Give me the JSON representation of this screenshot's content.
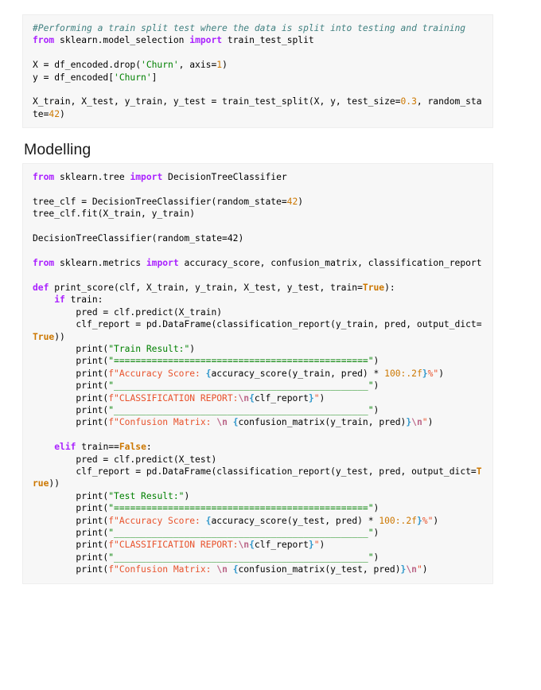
{
  "document": {
    "type": "jupyter-notebook-export",
    "background_color": "#ffffff",
    "cell_background": "#f7f7f7",
    "cell_border": "#eeeeee"
  },
  "headings": {
    "modelling": "Modelling"
  },
  "syntax_colors": {
    "comment": "#408080",
    "keyword": "#aa22ff",
    "keyword_constant": "#cc7700",
    "string": "#008000",
    "fstring": "#e8522c",
    "escape": "#bb6688",
    "interpolation": "#3399cc",
    "number": "#cc7700",
    "operator": "#666666",
    "text": "#000000"
  },
  "cells": [
    {
      "id": "cell-train-test-split",
      "lines": [
        [
          {
            "t": "#Performing a train split test where the data is split into testing and training",
            "c": "tok-c"
          }
        ],
        [
          {
            "t": "from",
            "c": "tok-k"
          },
          {
            "t": " sklearn.model_selection ",
            "c": "tok-n"
          },
          {
            "t": "import",
            "c": "tok-k"
          },
          {
            "t": " train_test_split",
            "c": "tok-n"
          }
        ],
        [],
        [
          {
            "t": "X = df_encoded.drop(",
            "c": "tok-n"
          },
          {
            "t": "'Churn'",
            "c": "tok-s"
          },
          {
            "t": ", axis=",
            "c": "tok-n"
          },
          {
            "t": "1",
            "c": "tok-mi"
          },
          {
            "t": ")",
            "c": "tok-n"
          }
        ],
        [
          {
            "t": "y = df_encoded[",
            "c": "tok-n"
          },
          {
            "t": "'Churn'",
            "c": "tok-s"
          },
          {
            "t": "]",
            "c": "tok-n"
          }
        ],
        [],
        [
          {
            "t": "X_train, X_test, y_train, y_test = train_test_split(X, y, test_size=",
            "c": "tok-n"
          },
          {
            "t": "0.3",
            "c": "tok-mi"
          },
          {
            "t": ", random_state=",
            "c": "tok-n"
          },
          {
            "t": "42",
            "c": "tok-mi"
          },
          {
            "t": ")",
            "c": "tok-n"
          }
        ]
      ]
    },
    {
      "id": "cell-modelling",
      "lines": [
        [
          {
            "t": "from",
            "c": "tok-k"
          },
          {
            "t": " sklearn.tree ",
            "c": "tok-n"
          },
          {
            "t": "import",
            "c": "tok-k"
          },
          {
            "t": " DecisionTreeClassifier",
            "c": "tok-n"
          }
        ],
        [],
        [
          {
            "t": "tree_clf = DecisionTreeClassifier(random_state=",
            "c": "tok-n"
          },
          {
            "t": "42",
            "c": "tok-mi"
          },
          {
            "t": ")",
            "c": "tok-n"
          }
        ],
        [
          {
            "t": "tree_clf.fit(X_train, y_train)",
            "c": "tok-n"
          }
        ],
        [],
        [
          {
            "t": "DecisionTreeClassifier(random_state=42)",
            "c": "tok-n"
          }
        ],
        [],
        [
          {
            "t": "from",
            "c": "tok-k"
          },
          {
            "t": " sklearn.metrics ",
            "c": "tok-n"
          },
          {
            "t": "import",
            "c": "tok-k"
          },
          {
            "t": " accuracy_score, confusion_matrix, classification_report",
            "c": "tok-n"
          }
        ],
        [],
        [
          {
            "t": "def",
            "c": "tok-k"
          },
          {
            "t": " print_score",
            "c": "tok-nf"
          },
          {
            "t": "(clf, X_train, y_train, X_test, y_test, train=",
            "c": "tok-n"
          },
          {
            "t": "True",
            "c": "tok-kc"
          },
          {
            "t": "):",
            "c": "tok-n"
          }
        ],
        [
          {
            "t": "    ",
            "c": "tok-n"
          },
          {
            "t": "if",
            "c": "tok-k"
          },
          {
            "t": " train:",
            "c": "tok-n"
          }
        ],
        [
          {
            "t": "        pred = clf.predict(X_train)",
            "c": "tok-n"
          }
        ],
        [
          {
            "t": "        clf_report = pd.DataFrame(classification_report(y_train, pred, output_dict=",
            "c": "tok-n"
          },
          {
            "t": "True",
            "c": "tok-kc"
          },
          {
            "t": "))",
            "c": "tok-n"
          }
        ],
        [
          {
            "t": "        print(",
            "c": "tok-n"
          },
          {
            "t": "\"Train Result:\"",
            "c": "tok-s"
          },
          {
            "t": ")",
            "c": "tok-n"
          }
        ],
        [
          {
            "t": "        print(",
            "c": "tok-n"
          },
          {
            "t": "\"===============================================\"",
            "c": "tok-s"
          },
          {
            "t": ")",
            "c": "tok-n"
          }
        ],
        [
          {
            "t": "        print(",
            "c": "tok-n"
          },
          {
            "t": "f\"Accuracy Score: ",
            "c": "tok-sf"
          },
          {
            "t": "{",
            "c": "tok-si"
          },
          {
            "t": "accuracy_score(y_train, pred) * ",
            "c": "tok-n"
          },
          {
            "t": "100",
            "c": "tok-mi"
          },
          {
            "t": ":.2f",
            "c": "tok-mi"
          },
          {
            "t": "}",
            "c": "tok-si"
          },
          {
            "t": "%\"",
            "c": "tok-sf"
          },
          {
            "t": ")",
            "c": "tok-n"
          }
        ],
        [
          {
            "t": "        print(",
            "c": "tok-n"
          },
          {
            "t": "\"_______________________________________________\"",
            "c": "tok-s"
          },
          {
            "t": ")",
            "c": "tok-n"
          }
        ],
        [
          {
            "t": "        print(",
            "c": "tok-n"
          },
          {
            "t": "f\"CLASSIFICATION REPORT:",
            "c": "tok-sf"
          },
          {
            "t": "\\n",
            "c": "tok-se"
          },
          {
            "t": "{",
            "c": "tok-si"
          },
          {
            "t": "clf_report",
            "c": "tok-n"
          },
          {
            "t": "}",
            "c": "tok-si"
          },
          {
            "t": "\"",
            "c": "tok-sf"
          },
          {
            "t": ")",
            "c": "tok-n"
          }
        ],
        [
          {
            "t": "        print(",
            "c": "tok-n"
          },
          {
            "t": "\"_______________________________________________\"",
            "c": "tok-s"
          },
          {
            "t": ")",
            "c": "tok-n"
          }
        ],
        [
          {
            "t": "        print(",
            "c": "tok-n"
          },
          {
            "t": "f\"Confusion Matrix: ",
            "c": "tok-sf"
          },
          {
            "t": "\\n",
            "c": "tok-se"
          },
          {
            "t": " ",
            "c": "tok-sf"
          },
          {
            "t": "{",
            "c": "tok-si"
          },
          {
            "t": "confusion_matrix(y_train, pred)",
            "c": "tok-n"
          },
          {
            "t": "}",
            "c": "tok-si"
          },
          {
            "t": "\\n",
            "c": "tok-se"
          },
          {
            "t": "\"",
            "c": "tok-sf"
          },
          {
            "t": ")",
            "c": "tok-n"
          }
        ],
        [],
        [
          {
            "t": "    ",
            "c": "tok-n"
          },
          {
            "t": "elif",
            "c": "tok-k"
          },
          {
            "t": " train==",
            "c": "tok-n"
          },
          {
            "t": "False",
            "c": "tok-kc"
          },
          {
            "t": ":",
            "c": "tok-n"
          }
        ],
        [
          {
            "t": "        pred = clf.predict(X_test)",
            "c": "tok-n"
          }
        ],
        [
          {
            "t": "        clf_report = pd.DataFrame(classification_report(y_test, pred, output_dict=",
            "c": "tok-n"
          },
          {
            "t": "True",
            "c": "tok-kc"
          },
          {
            "t": "))",
            "c": "tok-n"
          }
        ],
        [
          {
            "t": "        print(",
            "c": "tok-n"
          },
          {
            "t": "\"Test Result:\"",
            "c": "tok-s"
          },
          {
            "t": ")",
            "c": "tok-n"
          }
        ],
        [
          {
            "t": "        print(",
            "c": "tok-n"
          },
          {
            "t": "\"===============================================\"",
            "c": "tok-s"
          },
          {
            "t": ")",
            "c": "tok-n"
          }
        ],
        [
          {
            "t": "        print(",
            "c": "tok-n"
          },
          {
            "t": "f\"Accuracy Score: ",
            "c": "tok-sf"
          },
          {
            "t": "{",
            "c": "tok-si"
          },
          {
            "t": "accuracy_score(y_test, pred) * ",
            "c": "tok-n"
          },
          {
            "t": "100",
            "c": "tok-mi"
          },
          {
            "t": ":.2f",
            "c": "tok-mi"
          },
          {
            "t": "}",
            "c": "tok-si"
          },
          {
            "t": "%\"",
            "c": "tok-sf"
          },
          {
            "t": ")",
            "c": "tok-n"
          }
        ],
        [
          {
            "t": "        print(",
            "c": "tok-n"
          },
          {
            "t": "\"_______________________________________________\"",
            "c": "tok-s"
          },
          {
            "t": ")",
            "c": "tok-n"
          }
        ],
        [
          {
            "t": "        print(",
            "c": "tok-n"
          },
          {
            "t": "f\"CLASSIFICATION REPORT:",
            "c": "tok-sf"
          },
          {
            "t": "\\n",
            "c": "tok-se"
          },
          {
            "t": "{",
            "c": "tok-si"
          },
          {
            "t": "clf_report",
            "c": "tok-n"
          },
          {
            "t": "}",
            "c": "tok-si"
          },
          {
            "t": "\"",
            "c": "tok-sf"
          },
          {
            "t": ")",
            "c": "tok-n"
          }
        ],
        [
          {
            "t": "        print(",
            "c": "tok-n"
          },
          {
            "t": "\"_______________________________________________\"",
            "c": "tok-s"
          },
          {
            "t": ")",
            "c": "tok-n"
          }
        ],
        [
          {
            "t": "        print(",
            "c": "tok-n"
          },
          {
            "t": "f\"Confusion Matrix: ",
            "c": "tok-sf"
          },
          {
            "t": "\\n",
            "c": "tok-se"
          },
          {
            "t": " ",
            "c": "tok-sf"
          },
          {
            "t": "{",
            "c": "tok-si"
          },
          {
            "t": "confusion_matrix(y_test, pred)",
            "c": "tok-n"
          },
          {
            "t": "}",
            "c": "tok-si"
          },
          {
            "t": "\\n",
            "c": "tok-se"
          },
          {
            "t": "\"",
            "c": "tok-sf"
          },
          {
            "t": ")",
            "c": "tok-n"
          }
        ]
      ]
    }
  ]
}
